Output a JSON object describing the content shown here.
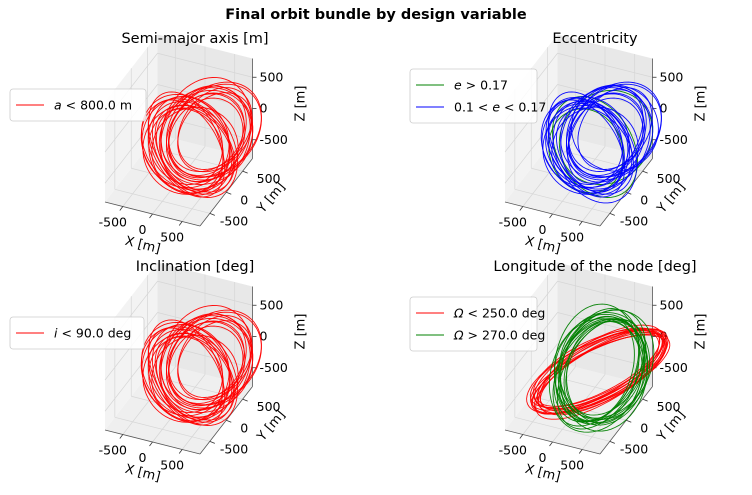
{
  "figure": {
    "suptitle": "Final orbit bundle by design variable"
  },
  "chart_data": [
    {
      "type": "line3d",
      "title": "Semi-major axis [m]",
      "xlabel": "X [m]",
      "ylabel": "Y [m]",
      "zlabel": "Z [m]",
      "xticks": [
        "-500",
        "0",
        "500"
      ],
      "yticks": [
        "-500",
        "0",
        "500"
      ],
      "zticks": [
        "-500",
        "0",
        "500"
      ],
      "xlim": [
        -800,
        800
      ],
      "ylim": [
        -800,
        800
      ],
      "zlim": [
        -800,
        800
      ],
      "legend_position": "upper-left",
      "series": [
        {
          "name": "a < 800.0 m",
          "name_var": "a",
          "name_rest": " < 800.0 m",
          "color": "#ff0000",
          "family": "A",
          "count": 24
        }
      ]
    },
    {
      "type": "line3d",
      "title": "Eccentricity",
      "xlabel": "X [m]",
      "ylabel": "Y [m]",
      "zlabel": "Z [m]",
      "xticks": [
        "-500",
        "0",
        "500"
      ],
      "yticks": [
        "-500",
        "0",
        "500"
      ],
      "zticks": [
        "-500",
        "0",
        "500"
      ],
      "xlim": [
        -800,
        800
      ],
      "ylim": [
        -800,
        800
      ],
      "zlim": [
        -800,
        800
      ],
      "legend_position": "upper-left",
      "series": [
        {
          "name": "e > 0.17",
          "name_pre": "",
          "name_var": "e",
          "name_rest": " > 0.17",
          "color": "#008000",
          "family": "A",
          "count": 3
        },
        {
          "name": "0.1 < e < 0.17",
          "name_pre": "0.1 < ",
          "name_var": "e",
          "name_rest": " < 0.17",
          "color": "#0000ff",
          "family": "A",
          "count": 22
        }
      ]
    },
    {
      "type": "line3d",
      "title": "Inclination [deg]",
      "xlabel": "X [m]",
      "ylabel": "Y [m]",
      "zlabel": "Z [m]",
      "xticks": [
        "-500",
        "0",
        "500"
      ],
      "yticks": [
        "-500",
        "0",
        "500"
      ],
      "zticks": [
        "-500",
        "0",
        "500"
      ],
      "xlim": [
        -800,
        800
      ],
      "ylim": [
        -800,
        800
      ],
      "zlim": [
        -800,
        800
      ],
      "legend_position": "upper-left",
      "series": [
        {
          "name": "i < 90.0 deg",
          "name_var": "i",
          "name_rest": " < 90.0 deg",
          "color": "#ff0000",
          "family": "A",
          "count": 24
        }
      ]
    },
    {
      "type": "line3d",
      "title": "Longitude of the node [deg]",
      "xlabel": "X [m]",
      "ylabel": "Y [m]",
      "zlabel": "Z [m]",
      "xticks": [
        "-500",
        "0",
        "500"
      ],
      "yticks": [
        "-500",
        "0",
        "500"
      ],
      "zticks": [
        "-500",
        "0",
        "500"
      ],
      "xlim": [
        -800,
        800
      ],
      "ylim": [
        -800,
        800
      ],
      "zlim": [
        -800,
        800
      ],
      "legend_position": "upper-left",
      "series": [
        {
          "name": "Ω < 250.0 deg",
          "name_var": "Ω",
          "name_rest": " < 250.0 deg",
          "color": "#ff0000",
          "family": "B",
          "count": 14
        },
        {
          "name": "Ω > 270.0 deg",
          "name_var": "Ω",
          "name_rest": " > 270.0 deg",
          "color": "#008000",
          "family": "C",
          "count": 16
        }
      ]
    }
  ]
}
